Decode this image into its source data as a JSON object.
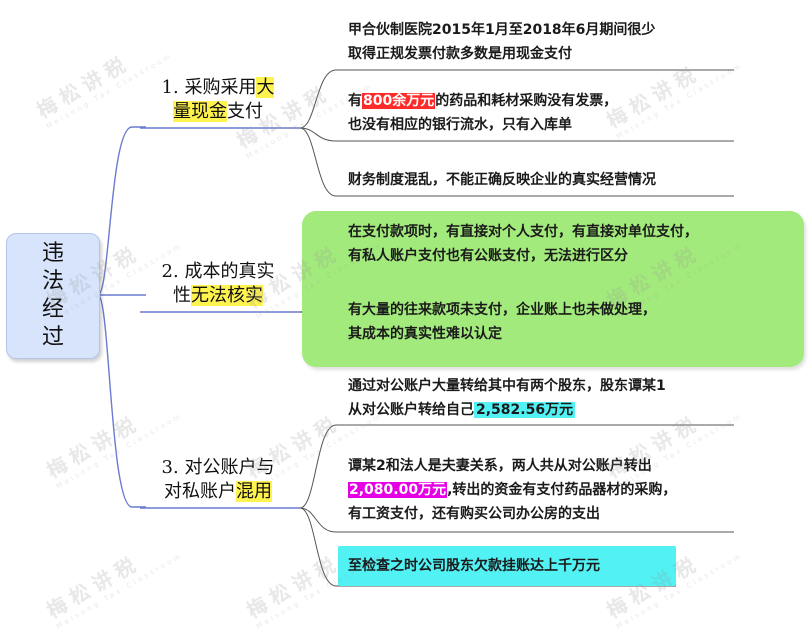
{
  "root": {
    "label": "违法经过"
  },
  "branches": [
    {
      "lines": [
        [
          {
            "t": "1. 采购采用"
          },
          {
            "t": "大",
            "hl": "yellow"
          }
        ],
        [
          {
            "t": "量现金",
            "hl": "yellow"
          },
          {
            "t": "支付"
          }
        ]
      ],
      "leaves": [
        {
          "lines": [
            [
              {
                "t": "甲合伙制医院2015年1月至2018年6月期间很少"
              }
            ],
            [
              {
                "t": "取得正规发票付款多数是用现金支付"
              }
            ]
          ]
        },
        {
          "lines": [
            [
              {
                "t": "有"
              },
              {
                "t": "800余万元",
                "hl": "red"
              },
              {
                "t": "的药品和耗材采购没有发票，"
              }
            ],
            [
              {
                "t": "也没有相应的银行流水，只有入库单"
              }
            ]
          ]
        },
        {
          "lines": [
            [
              {
                "t": "财务制度混乱，不能正确反映企业的真实经营情况"
              }
            ]
          ]
        }
      ]
    },
    {
      "lines": [
        [
          {
            "t": "2. 成本的真实"
          }
        ],
        [
          {
            "t": "性"
          },
          {
            "t": "无法核实",
            "hl": "yellow"
          }
        ]
      ],
      "leaves": [
        {
          "lines": [
            [
              {
                "t": "在支付款项时，有直接对个人支付，有直接对单位支付，"
              }
            ],
            [
              {
                "t": "有私人账户支付也有公账支付，无法进行区分"
              }
            ]
          ]
        },
        {
          "lines": [
            [
              {
                "t": "有大量的往来款项未支付，企业账上也未做处理，"
              }
            ],
            [
              {
                "t": "其成本的真实性难以认定"
              }
            ]
          ]
        }
      ]
    },
    {
      "lines": [
        [
          {
            "t": "3. 对公账户与"
          }
        ],
        [
          {
            "t": "对私账户"
          },
          {
            "t": "混用",
            "hl": "yellow"
          }
        ]
      ],
      "leaves": [
        {
          "lines": [
            [
              {
                "t": "通过对公账户大量转给其中有两个股东，股东谭某1"
              }
            ],
            [
              {
                "t": "从对公账户转给自己"
              },
              {
                "t": "2,582.56万元",
                "hl": "cyan"
              }
            ]
          ]
        },
        {
          "lines": [
            [
              {
                "t": "谭某2和法人是夫妻关系，两人共从对公账户转出"
              }
            ],
            [
              {
                "t": "2,080.00万元",
                "hl": "magenta"
              },
              {
                "t": ",转出的资金有支付药品器材的采购，"
              }
            ],
            [
              {
                "t": "有工资支付，还有购买公司办公房的支出"
              }
            ]
          ]
        },
        {
          "lines": [
            [
              {
                "t": "至检查之时公司股东欠款挂账达上千万元"
              }
            ]
          ]
        }
      ]
    }
  ],
  "watermark": {
    "text": "梅松讲税",
    "sub": "Meisong Tax Classroom"
  },
  "colors": {
    "connector": "#6a7bd0",
    "root_fill": "#d7e4fb",
    "green_panel": "#a3ea7c",
    "highlight_yellow": "#fff44f",
    "highlight_red": "#ff2a2a",
    "highlight_cyan": "#52f1f4",
    "highlight_magenta": "#e600e6"
  }
}
